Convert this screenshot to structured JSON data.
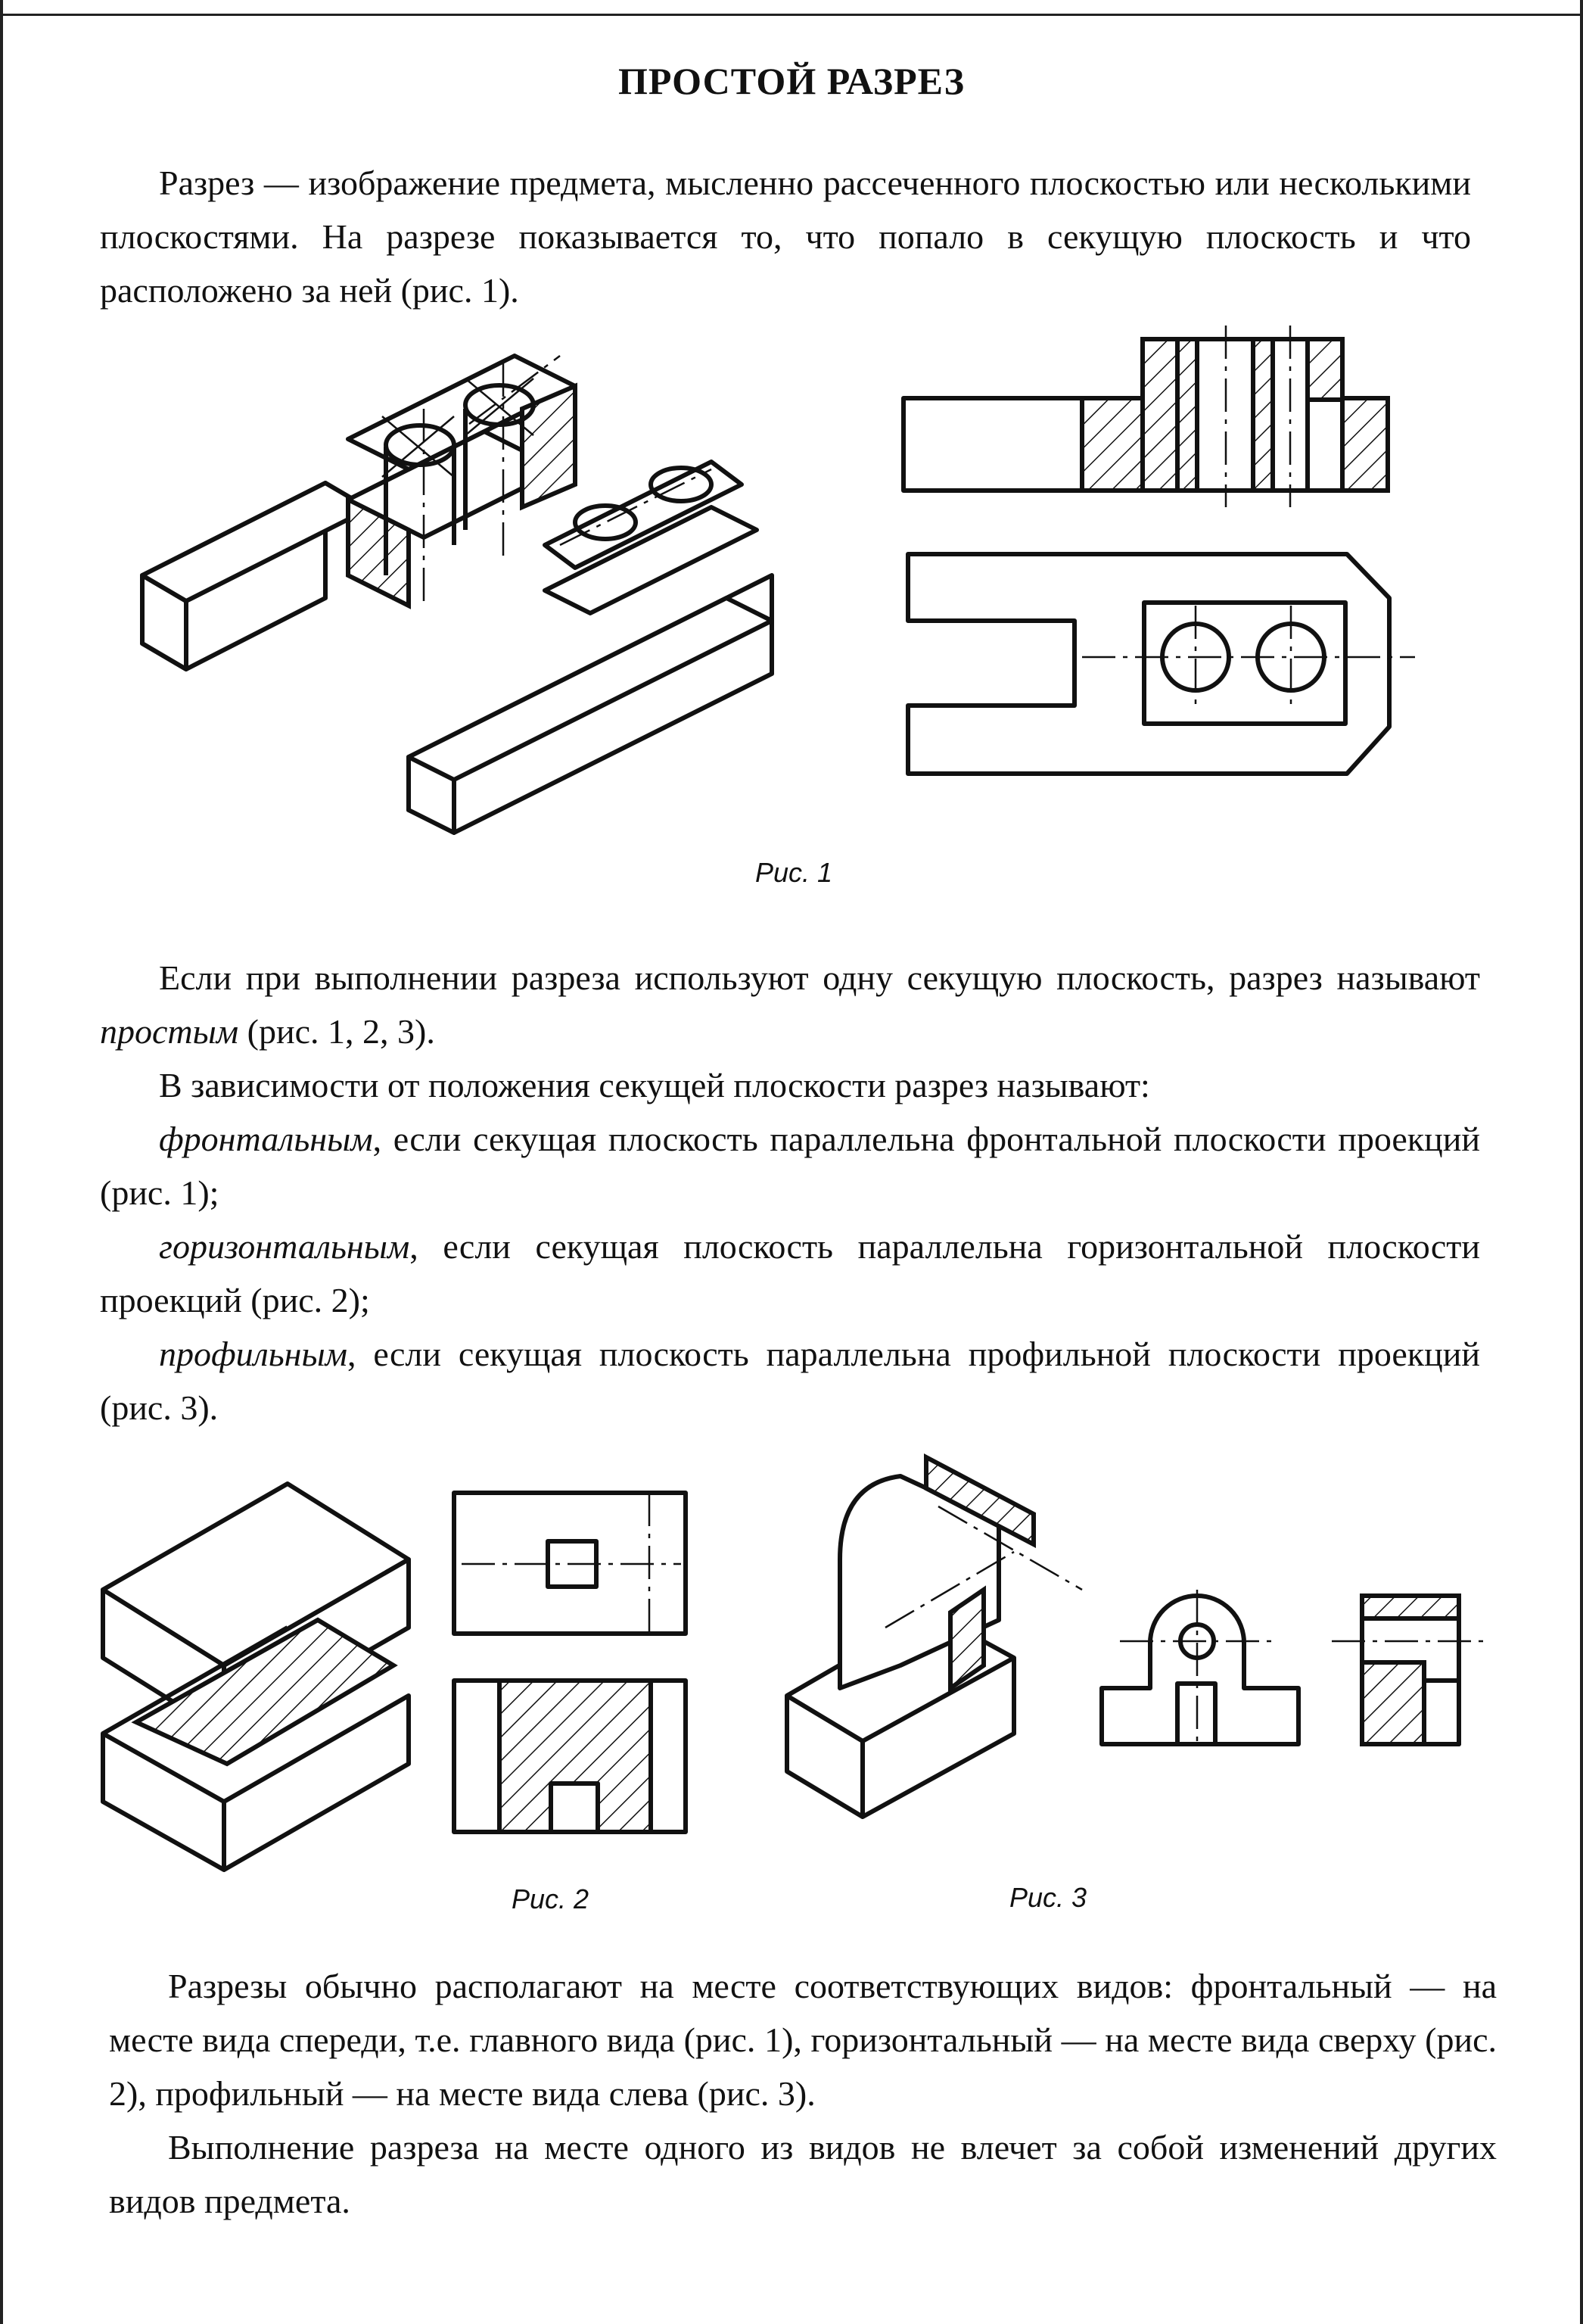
{
  "title": "ПРОСТОЙ РАЗРЕЗ",
  "intro": {
    "text": "Разрез — изображение предмета, мысленно рассеченного плоскостью или несколькими плоскостями. На разрезе показывается то, что попало в секущую плоскость и что расположено за ней (рис. 1)."
  },
  "figure1": {
    "caption": "Рис. 1"
  },
  "section2": {
    "p1_text": "Если при выполнении разреза используют одну секущую плоскость, разрез называют ",
    "p1_term": "простым",
    "p1_tail": " (рис. 1, 2, 3).",
    "p2": "В зависимости от положения секущей плоскости разрез называют:",
    "items": [
      {
        "term": "фронтальным",
        "text": ", если секущая плоскость параллельна фронтальной плоскости проекций (рис. 1);"
      },
      {
        "term": "горизонтальным",
        "text": ", если секущая плоскость параллельна горизонтальной плоскости проекций (рис. 2);"
      },
      {
        "term": "профильным",
        "text": ", если секущая плоскость параллельна профильной плоскости проекций (рис. 3)."
      }
    ]
  },
  "figure2": {
    "caption": "Рис. 2"
  },
  "figure3": {
    "caption": "Рис. 3"
  },
  "section3": {
    "p1": "Разрезы обычно располагают на месте соответствующих видов: фронтальный — на месте вида спереди, т.е. главного вида (рис. 1), горизонтальный — на месте вида сверху (рис. 2), профильный — на месте вида слева (рис. 3).",
    "p2": "Выполнение разреза на месте одного из видов не влечет за собой изменений других видов предмета."
  }
}
